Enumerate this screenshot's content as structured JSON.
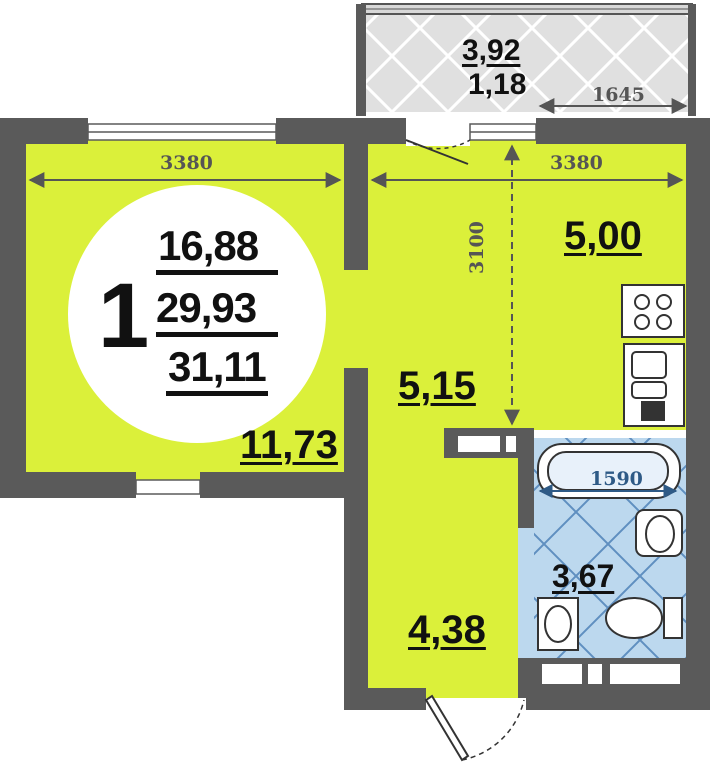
{
  "apartment": {
    "rooms": "1",
    "living_area": "16,88",
    "total_area": "29,93",
    "total_area_with_balcony": "31,11"
  },
  "rooms": {
    "living_room": "11,73",
    "kitchen": "5,00",
    "hallway": "5,15",
    "corridor": "4,38",
    "bathroom": "3,67",
    "balcony_area": "3,92",
    "balcony_area_reduced": "1,18"
  },
  "dimensions": {
    "living_width": "3380",
    "kitchen_width": "3380",
    "kitchen_depth": "3100",
    "balcony_width": "1645",
    "bath_width": "1590"
  },
  "colors": {
    "floor": "#dbf03a",
    "wall": "#5a5a5a",
    "bathroom_tile": "#bcd8ee",
    "balcony_tile": "#e0e0e0",
    "badge": "#ffffff"
  }
}
